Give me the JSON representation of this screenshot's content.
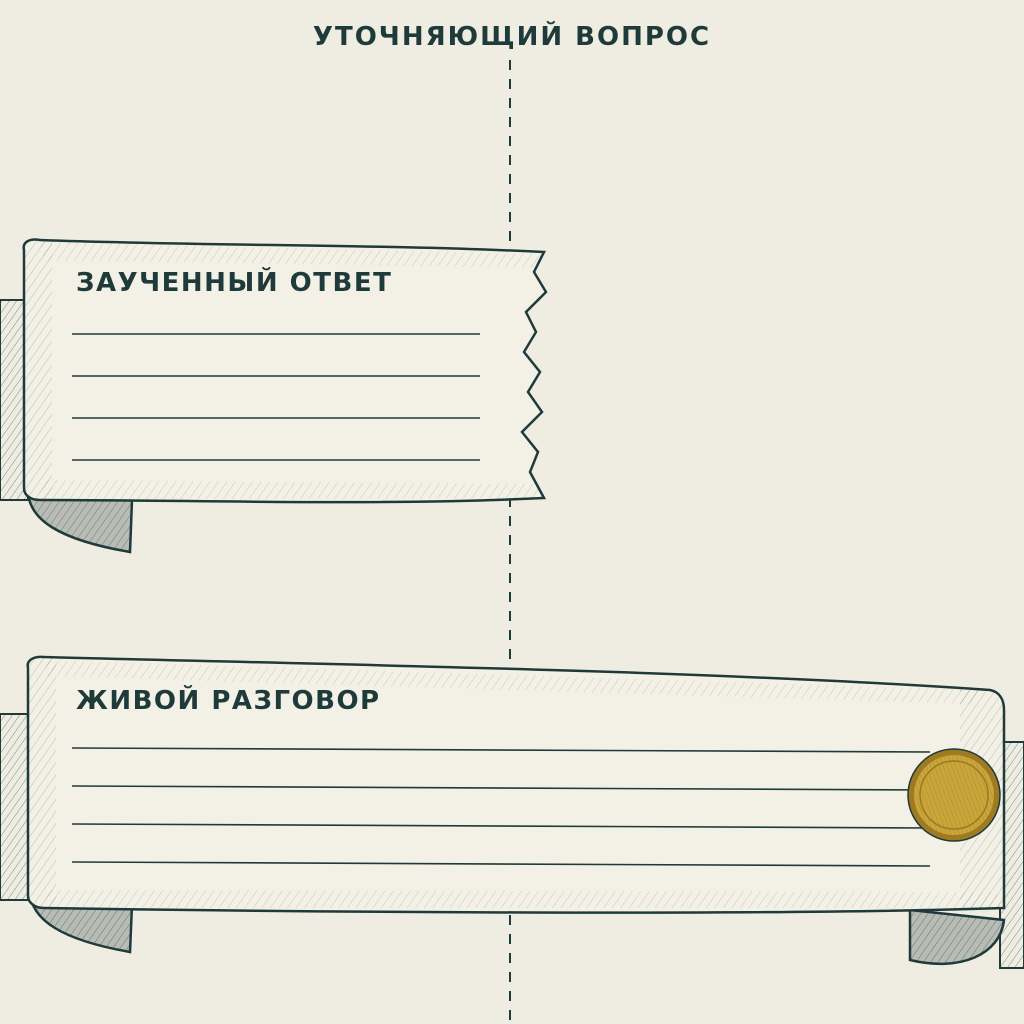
{
  "header": {
    "caption": "УТОЧНЯЮЩИЙ ВОПРОС"
  },
  "banners": [
    {
      "title": "ЗАУЧЕННЫЙ ОТВЕТ",
      "line_count": 4,
      "edge": "torn"
    },
    {
      "title": "ЖИВОЙ РАЗГОВОР",
      "line_count": 4,
      "edge": "sealed"
    }
  ],
  "seal": {
    "icon": "wax-seal-icon"
  },
  "colors": {
    "paper": "#efede2",
    "ink": "#1f3a3a",
    "ribbon": "#f3f1e6",
    "shade": "#b9bcb5",
    "seal_gold": "#c9a53a",
    "seal_rim": "#9e7b22"
  }
}
